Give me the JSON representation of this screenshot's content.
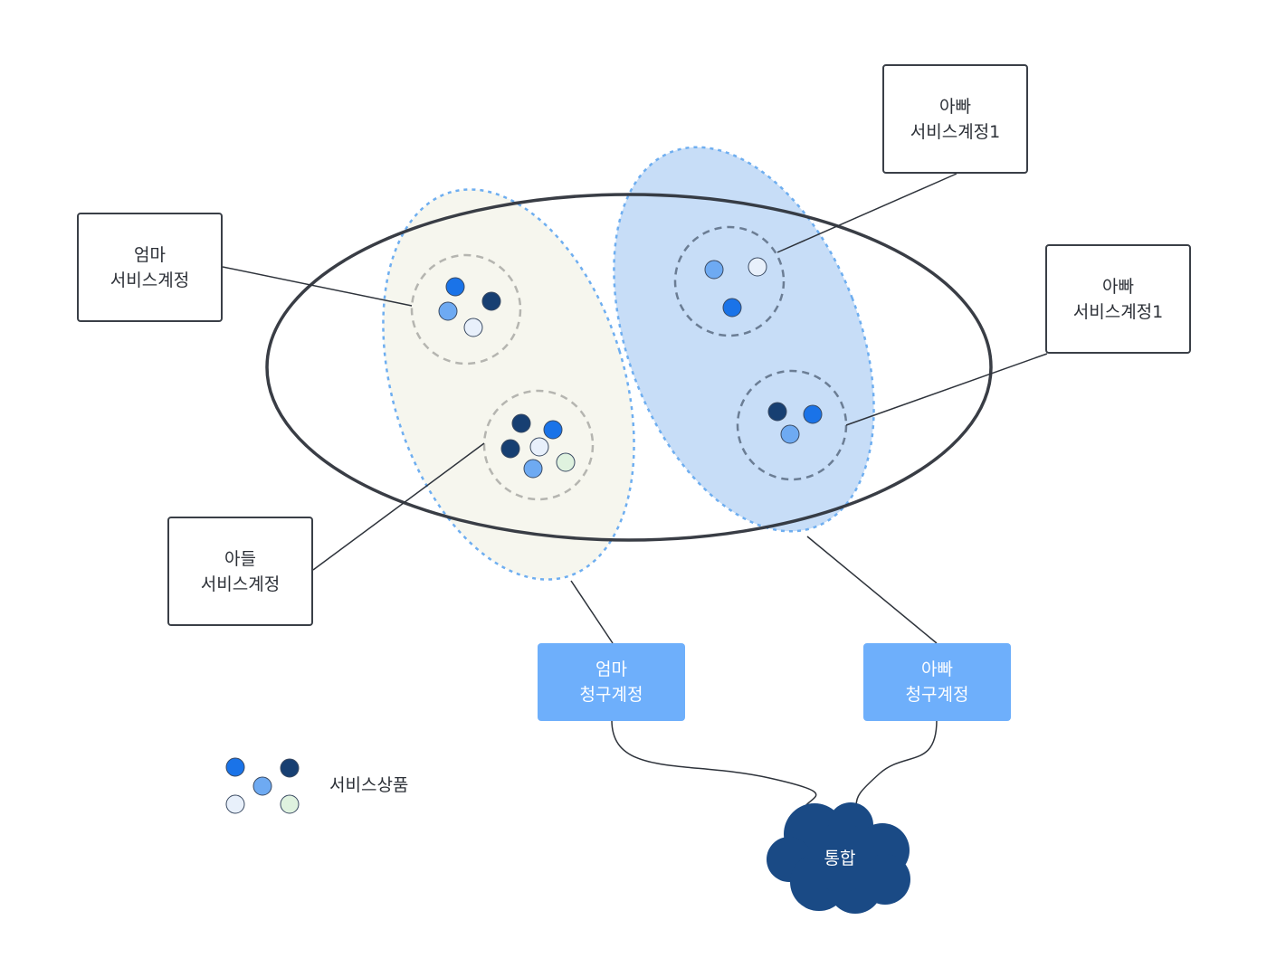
{
  "labels": {
    "mom_service": {
      "line1": "엄마",
      "line2": "서비스계정"
    },
    "son_service": {
      "line1": "아들",
      "line2": "서비스계정"
    },
    "dad_service_top": {
      "line1": "아빠",
      "line2": "서비스계정1"
    },
    "dad_service_right": {
      "line1": "아빠",
      "line2": "서비스계정1"
    }
  },
  "billing": {
    "mom": {
      "line1": "엄마",
      "line2": "청구계정"
    },
    "dad": {
      "line1": "아빠",
      "line2": "청구계정"
    }
  },
  "cloud": {
    "label": "통합"
  },
  "legend": {
    "label": "서비스상품"
  },
  "colors": {
    "blue": "#1a73e8",
    "navy": "#173f72",
    "light_blue": "#6eaaf2",
    "pale": "#e8f0fb",
    "mint": "#dff2df",
    "billing_fill": "#6eaffb",
    "cloud_fill": "#1a4a85",
    "mom_region": "#f6f6ee",
    "dad_region": "#c7ddf7"
  }
}
